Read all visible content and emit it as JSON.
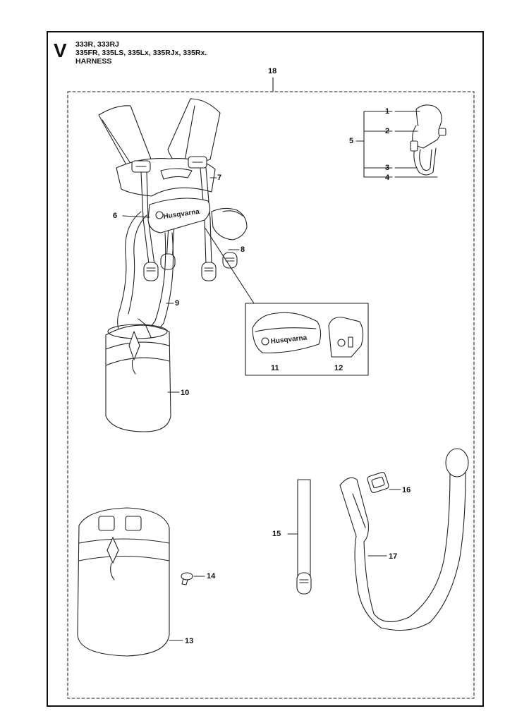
{
  "header": {
    "section_letter": "V",
    "models_line_1": "333R, 333RJ",
    "models_line_2": "335FR, 335LS, 335Lx, 335RJx, 335Rx.",
    "title": "HARNESS"
  },
  "brand_text": "Husqvarna",
  "callouts": {
    "c1": "1",
    "c2": "2",
    "c3": "3",
    "c4": "4",
    "c5": "5",
    "c6": "6",
    "c7": "7",
    "c8": "8",
    "c9": "9",
    "c10": "10",
    "c11": "11",
    "c12": "12",
    "c13": "13",
    "c14": "14",
    "c15": "15",
    "c16": "16",
    "c17": "17",
    "c18": "18"
  }
}
